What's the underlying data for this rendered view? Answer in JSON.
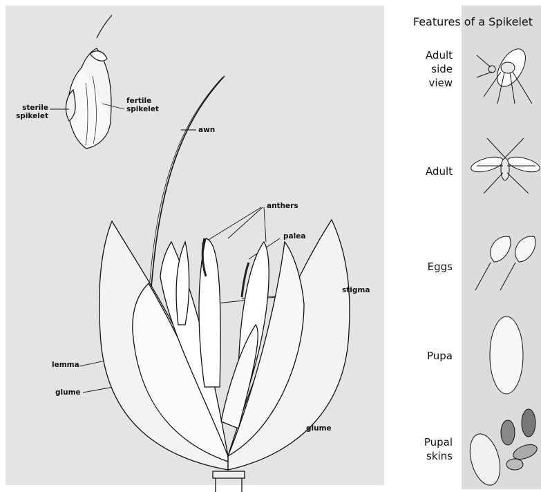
{
  "diagram": {
    "title": "Features of a Spikelet",
    "labels": {
      "sterile_spikelet": "sterile\nspikelet",
      "fertile_spikelet": "fertile\nspikelet",
      "awn": "awn",
      "anthers": "anthers",
      "palea": "palea",
      "stigma": "stigma",
      "lemma": "lemma",
      "glume_left": "glume",
      "glume_right": "glume"
    }
  },
  "life_stages": [
    {
      "label": "Adult\nside\nview"
    },
    {
      "label": "Adult"
    },
    {
      "label": "Eggs"
    },
    {
      "label": "Pupa"
    },
    {
      "label": "Pupal\nskins"
    }
  ]
}
